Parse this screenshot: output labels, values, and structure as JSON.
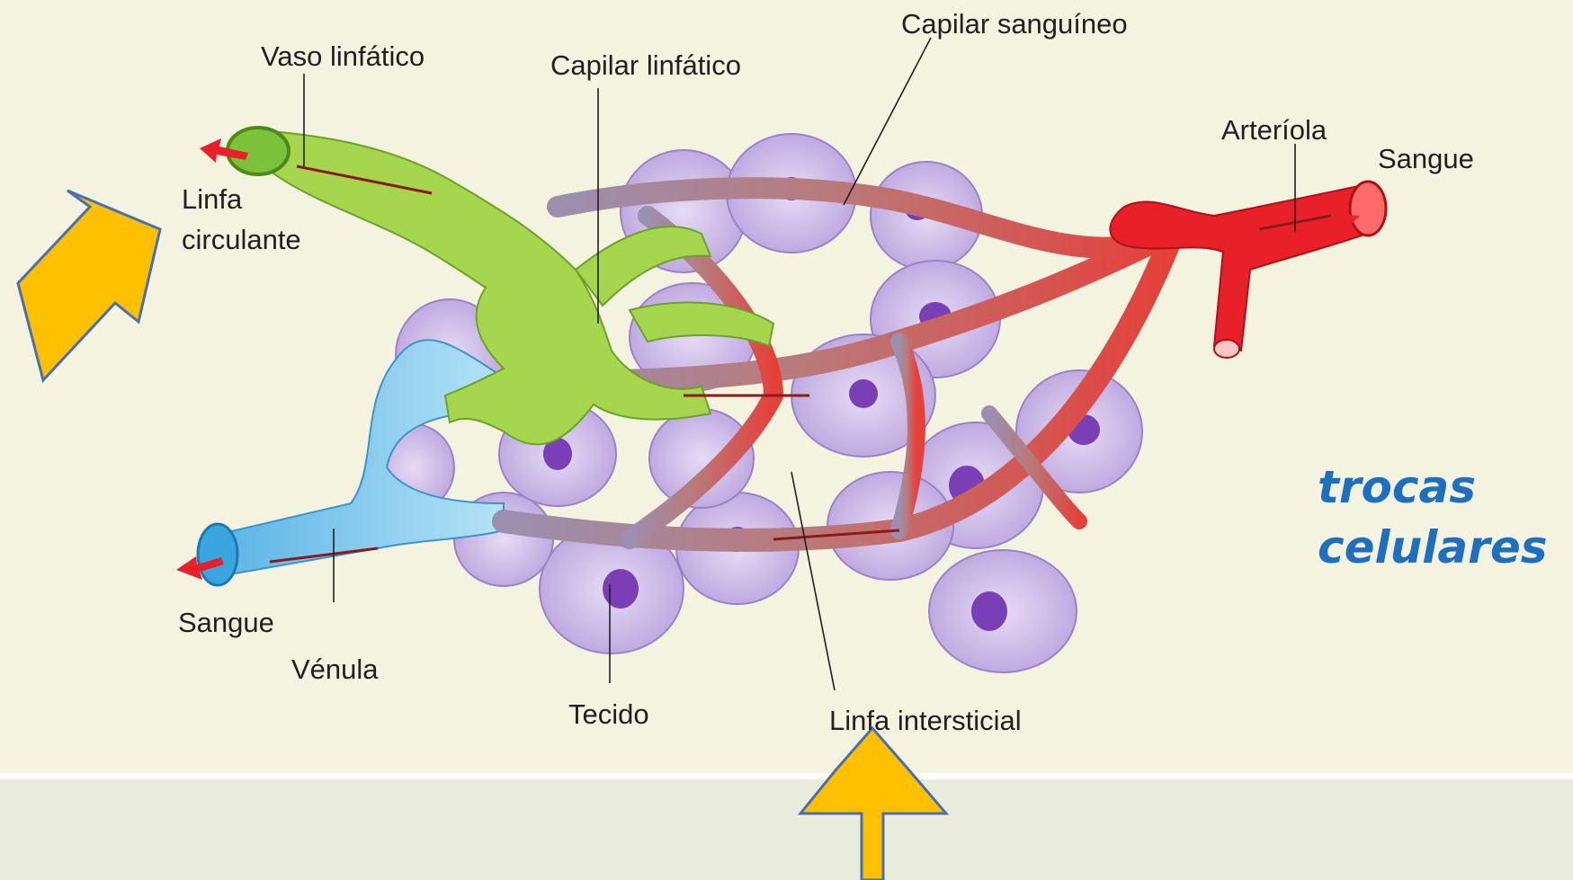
{
  "labels": {
    "vaso_linfatico": "Vaso linfático",
    "capilar_linfatico": "Capilar linfático",
    "capilar_sanguineo": "Capilar sanguíneo",
    "arteriola": "Arteríola",
    "sangue_in": "Sangue",
    "linfa_circulante_1": "Linfa",
    "linfa_circulante_2": "circulante",
    "sangue_out": "Sangue",
    "venula": "Vénula",
    "tecido": "Tecido",
    "linfa_intersticial": "Linfa intersticial"
  },
  "callout": {
    "line1": "trocas",
    "line2": "celulares"
  },
  "colors": {
    "background": "#f3f3e0",
    "lymph_vessel": "#9fd24a",
    "artery": "#e8202a",
    "vein": "#8fd0ee",
    "cell": "#c7b3e6",
    "nucleus": "#7b3fb5",
    "pointer_arrow": "#ffc000",
    "callout_text": "#1f6fc0"
  }
}
